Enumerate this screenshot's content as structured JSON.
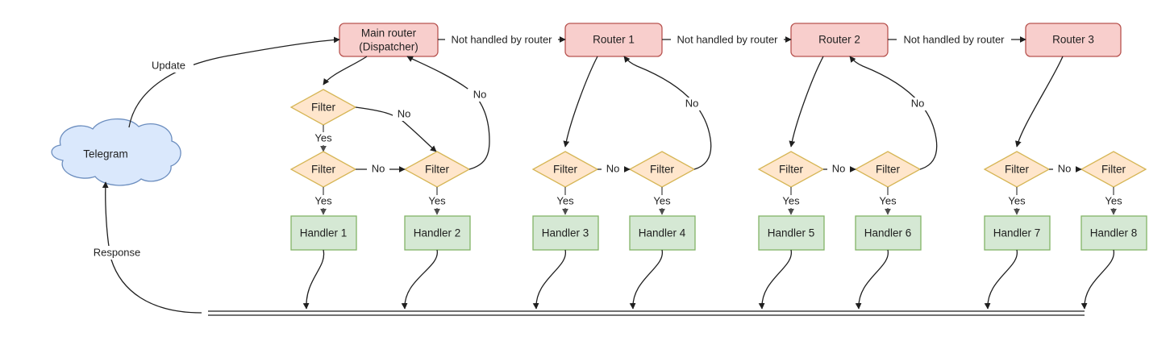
{
  "diagram": {
    "title": "Telegram bot update routing flow",
    "colors": {
      "router_fill": "#f8cecc",
      "router_stroke": "#b85450",
      "filter_fill": "#ffe6cc",
      "filter_stroke": "#d6b656",
      "handler_fill": "#d5e8d4",
      "handler_stroke": "#82b366",
      "cloud_fill": "#dae8fc",
      "cloud_stroke": "#6c8ebf",
      "edge": "#1f1f1f",
      "background": "#ffffff"
    },
    "cloud": {
      "label": "Telegram"
    },
    "routers": [
      {
        "id": "main-router",
        "line1": "Main router",
        "line2": "(Dispatcher)"
      },
      {
        "id": "router-1",
        "line1": "Router 1",
        "line2": ""
      },
      {
        "id": "router-2",
        "line1": "Router 2",
        "line2": ""
      },
      {
        "id": "router-3",
        "line1": "Router 3",
        "line2": ""
      }
    ],
    "filters": [
      {
        "id": "filter-top-main",
        "label": "Filter"
      },
      {
        "id": "filter-1",
        "label": "Filter"
      },
      {
        "id": "filter-2",
        "label": "Filter"
      },
      {
        "id": "filter-3",
        "label": "Filter"
      },
      {
        "id": "filter-4",
        "label": "Filter"
      },
      {
        "id": "filter-5",
        "label": "Filter"
      },
      {
        "id": "filter-6",
        "label": "Filter"
      },
      {
        "id": "filter-7",
        "label": "Filter"
      },
      {
        "id": "filter-8",
        "label": "Filter"
      }
    ],
    "handlers": [
      {
        "id": "handler-1",
        "label": "Handler 1"
      },
      {
        "id": "handler-2",
        "label": "Handler 2"
      },
      {
        "id": "handler-3",
        "label": "Handler 3"
      },
      {
        "id": "handler-4",
        "label": "Handler 4"
      },
      {
        "id": "handler-5",
        "label": "Handler 5"
      },
      {
        "id": "handler-6",
        "label": "Handler 6"
      },
      {
        "id": "handler-7",
        "label": "Handler 7"
      },
      {
        "id": "handler-8",
        "label": "Handler 8"
      }
    ],
    "edge_labels": {
      "update": "Update",
      "response": "Response",
      "not_handled_1": "Not handled by router",
      "not_handled_2": "Not handled by router",
      "not_handled_3": "Not handled by router",
      "yes": "Yes",
      "no": "No",
      "yes_1": "Yes",
      "yes_2": "Yes",
      "yes_3": "Yes",
      "yes_4": "Yes",
      "yes_5": "Yes",
      "yes_6": "Yes",
      "yes_7": "Yes",
      "yes_8": "Yes",
      "yes_top": "Yes",
      "no_top": "No",
      "no_back_main": "No",
      "no_1": "No",
      "no_back_1": "No",
      "no_2": "No",
      "no_back_2": "No",
      "no_3": "No",
      "no_back_3": "No",
      "no_4": "No"
    }
  }
}
